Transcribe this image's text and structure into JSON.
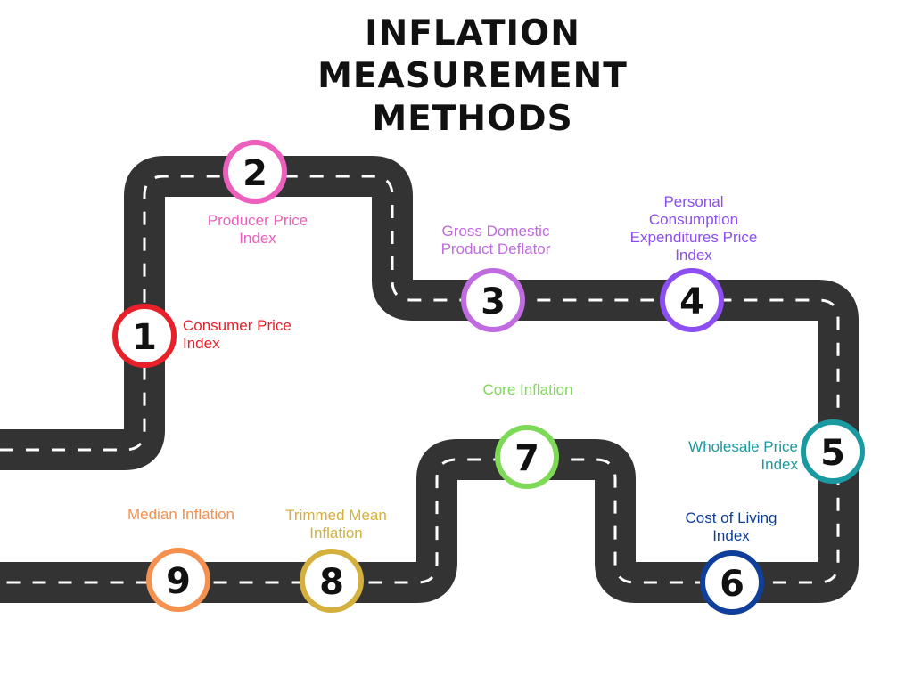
{
  "title": {
    "line1": "INFLATION",
    "line2": "MEASUREMENT",
    "line3": "METHODS"
  },
  "milestones": [
    {
      "number": "1",
      "label_line1": "Consumer Price",
      "label_line2": "Index",
      "color": "#e8202a"
    },
    {
      "number": "2",
      "label_line1": "Producer Price",
      "label_line2": "Index",
      "color": "#ec5fbc"
    },
    {
      "number": "3",
      "label_line1": "Gross Domestic",
      "label_line2": "Product Deflator",
      "color": "#c16be0"
    },
    {
      "number": "4",
      "label_line1": "Personal",
      "label_line2": "Consumption",
      "label_line3": "Expenditures Price",
      "label_line4": "Index",
      "color": "#8c4ef0"
    },
    {
      "number": "5",
      "label_line1": "Wholesale Price",
      "label_line2": "Index",
      "color": "#1a9aa0"
    },
    {
      "number": "6",
      "label_line1": "Cost of Living",
      "label_line2": "Index",
      "color": "#0f3f9a"
    },
    {
      "number": "7",
      "label_line1": "Core Inflation",
      "color": "#7ed957"
    },
    {
      "number": "8",
      "label_line1": "Trimmed Mean",
      "label_line2": "Inflation",
      "color": "#d4b13e"
    },
    {
      "number": "9",
      "label_line1": "Median Inflation",
      "color": "#f5914f"
    }
  ],
  "colors": {
    "road": "#333333",
    "lane_dash": "#ffffff",
    "title": "#111111"
  }
}
